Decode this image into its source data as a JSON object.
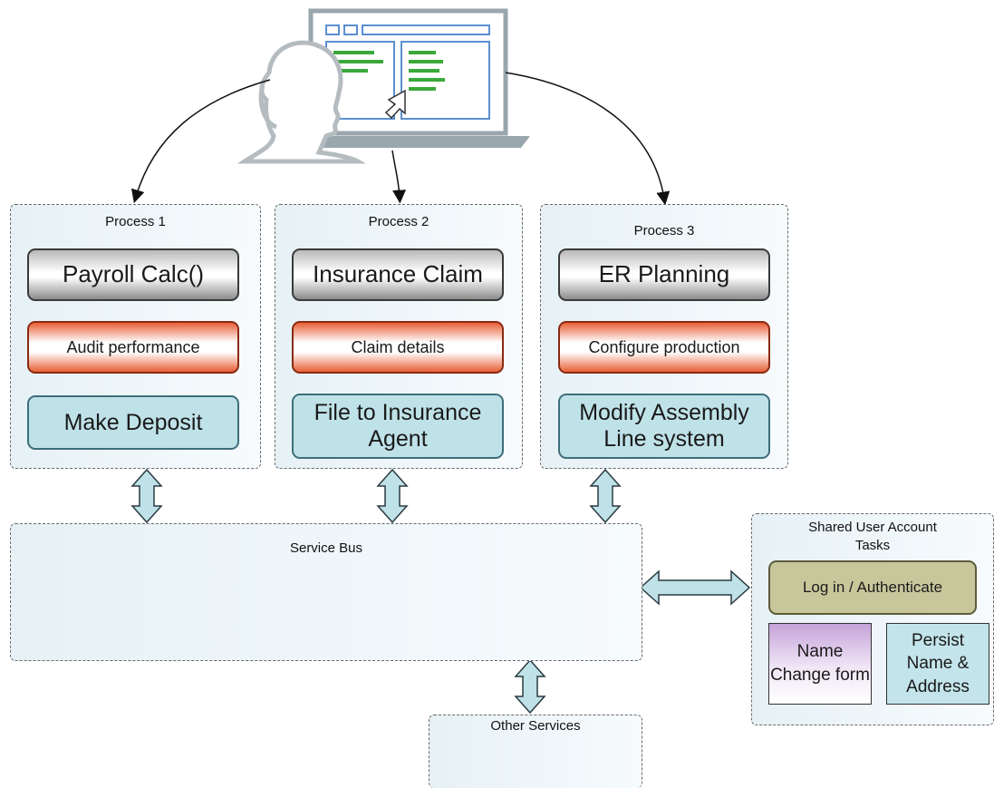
{
  "processes": [
    {
      "label": "Process 1",
      "step1": "Payroll Calc()",
      "step2": "Audit performance",
      "step3": "Make Deposit"
    },
    {
      "label": "Process 2",
      "step1": "Insurance Claim",
      "step2": "Claim details",
      "step3": "File to Insurance Agent"
    },
    {
      "label": "Process 3",
      "step1": "ER Planning",
      "step2": "Configure production",
      "step3": "Modify Assembly Line system"
    }
  ],
  "service_bus": {
    "label": "Service Bus"
  },
  "shared": {
    "title": "Shared User Account Tasks",
    "login": "Log in / Authenticate",
    "name_change": "Name Change form",
    "persist": "Persist Name & Address"
  },
  "other_services": {
    "label": "Other Services"
  },
  "icons": {
    "user": "user-silhouette-icon",
    "computer": "laptop-screen-icon",
    "cursor": "cursor-icon"
  },
  "colors": {
    "panel_bg": "#e6f1f6",
    "gray_pill": "#8c8c8c",
    "orange_pill": "#e75f36",
    "teal_pill": "#bfe2e8",
    "olive_pill": "#c8c79c",
    "purple_box": "#c5a3d9",
    "arrow_fill": "#bfe2e8",
    "screen_green": "#3aa83a"
  }
}
